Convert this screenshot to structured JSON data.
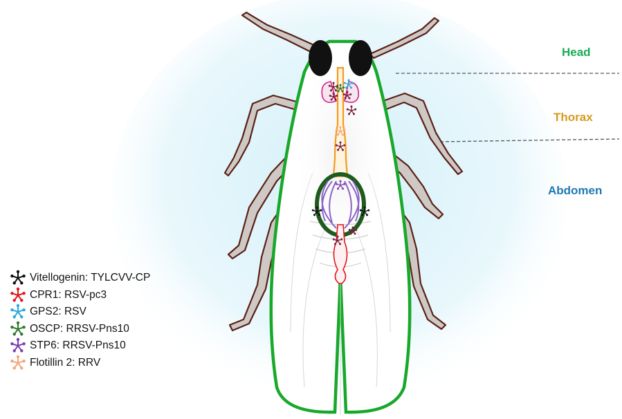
{
  "regions": [
    {
      "key": "head",
      "label": "Head",
      "color": "#1aaa55"
    },
    {
      "key": "thorax",
      "label": "Thorax",
      "color": "#d69b1c"
    },
    {
      "key": "abdomen",
      "label": "Abdomen",
      "color": "#1f78b4"
    }
  ],
  "legend": [
    {
      "text": "Vitellogenin: TYLCVV-CP",
      "color": "#111111"
    },
    {
      "text": "CPR1: RSV-pc3",
      "color": "#e0161b"
    },
    {
      "text": "GPS2: RSV",
      "color": "#29a8e0"
    },
    {
      "text": "OSCP: RRSV-Pns10",
      "color": "#2f7a2f"
    },
    {
      "text": "STP6: RRSV-Pns10",
      "color": "#7a3fb0"
    },
    {
      "text": "Flotillin 2: RRV",
      "color": "#f4a77a"
    }
  ],
  "colors": {
    "body_outline": "#18a82a",
    "leg_outline": "#5a1f14",
    "leg_fill": "#cfc9c6",
    "eye": "#111111",
    "glow": "#cdeef8",
    "gut": "#f39a1f",
    "hindgut": "#e0161b",
    "glands": "#d81b8c",
    "ovary": "#8a63c9",
    "ovary_ring": "#1f5b1f",
    "markers_maroon": "#7a1d3d"
  }
}
